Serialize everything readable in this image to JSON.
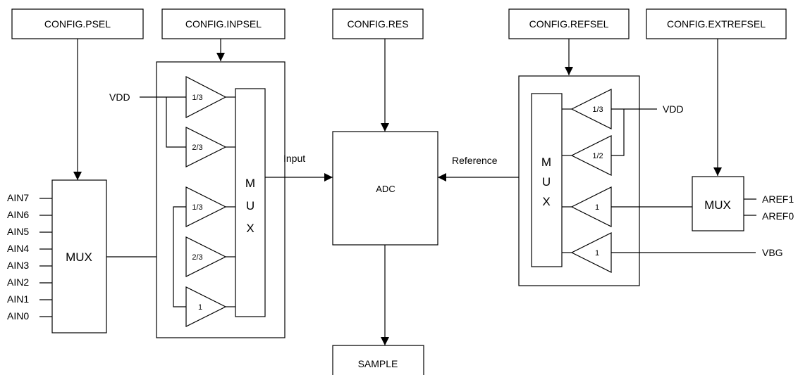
{
  "config": {
    "psel": "CONFIG.PSEL",
    "inpsel": "CONFIG.INPSEL",
    "res": "CONFIG.RES",
    "refsel": "CONFIG.REFSEL",
    "extrefsel": "CONFIG.EXTREFSEL"
  },
  "inputs": {
    "ain": [
      "AIN7",
      "AIN6",
      "AIN5",
      "AIN4",
      "AIN3",
      "AIN2",
      "AIN1",
      "AIN0"
    ],
    "vdd_left": "VDD",
    "vdd_right": "VDD",
    "aref1": "AREF1",
    "aref0": "AREF0",
    "vbg": "VBG"
  },
  "blocks": {
    "psel_mux": "MUX",
    "inp_mux": [
      "M",
      "U",
      "X"
    ],
    "adc": "ADC",
    "sample": "SAMPLE",
    "ref_mux": [
      "M",
      "U",
      "X"
    ],
    "ext_mux": "MUX"
  },
  "gains": {
    "inp": [
      "1/3",
      "2/3",
      "1/3",
      "2/3",
      "1"
    ],
    "ref": [
      "1/3",
      "1/2",
      "1",
      "1"
    ]
  },
  "signals": {
    "input": "Input",
    "reference": "Reference"
  }
}
